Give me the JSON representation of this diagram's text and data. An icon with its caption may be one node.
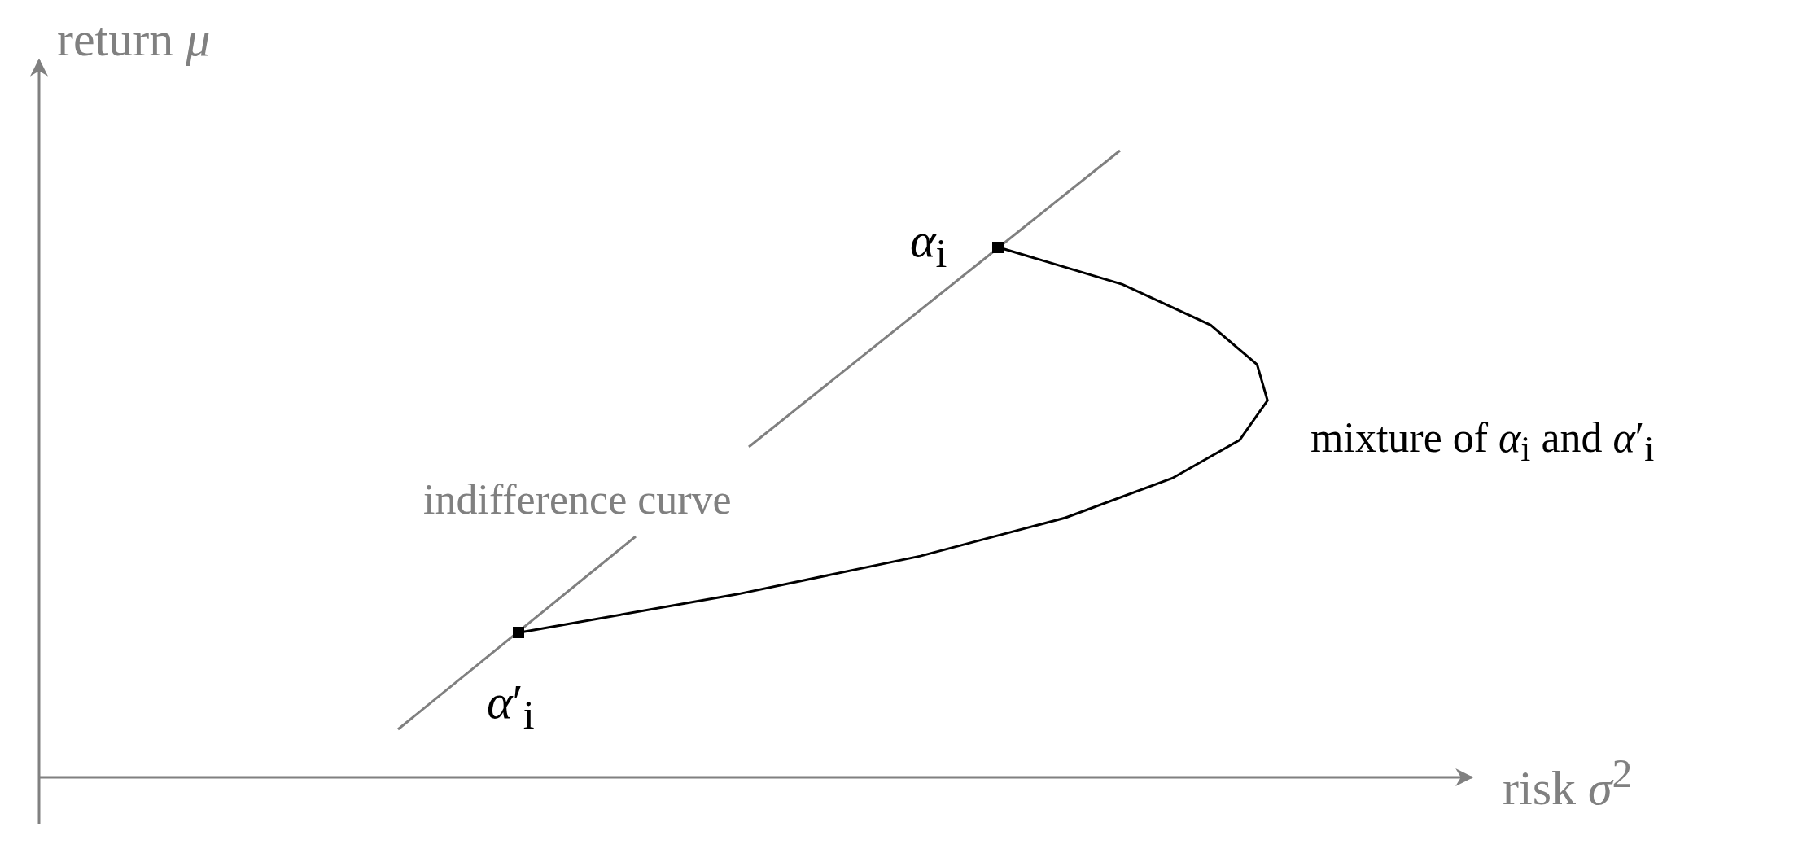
{
  "diagram": {
    "labels": [
      "return *μ*",
      "*α*$_{i}$",
      "mixture of *α*$_{i}$ and *α*′$_{i}$",
      "indifference curve",
      "*α*′$_{i}$",
      "risk *σ*$^{2}$"
    ]
  }
}
